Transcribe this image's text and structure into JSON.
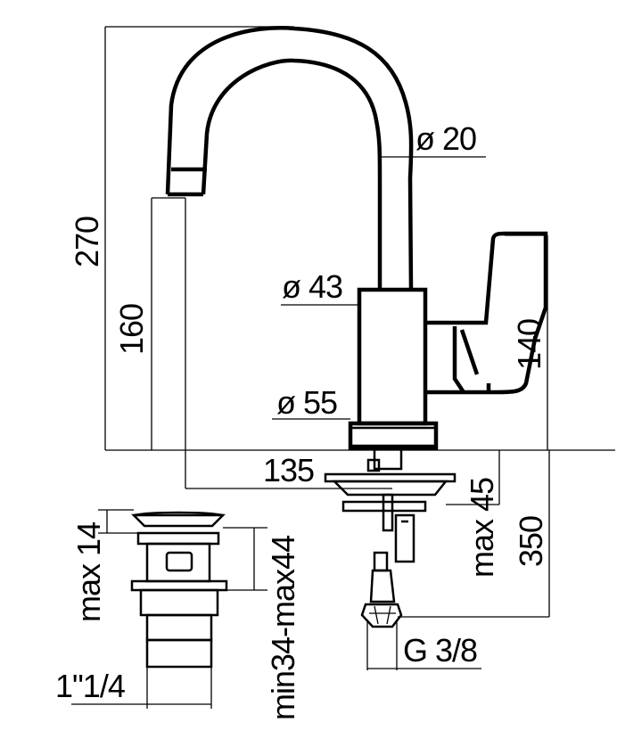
{
  "drawing": {
    "title": "Faucet technical drawing with pop-up waste",
    "dimensions": {
      "total_height": "270",
      "spout_height": "160",
      "spout_diameter": "ø 20",
      "body_diameter": "ø 43",
      "base_diameter": "ø 55",
      "handle_height": "140",
      "reach": "135",
      "max_deck_thickness": "max 45",
      "hose_length": "350",
      "hose_connection": "G 3/8",
      "waste_max_height": "max 14",
      "waste_range": "min34-max44",
      "waste_thread": "1\"1/4"
    }
  }
}
